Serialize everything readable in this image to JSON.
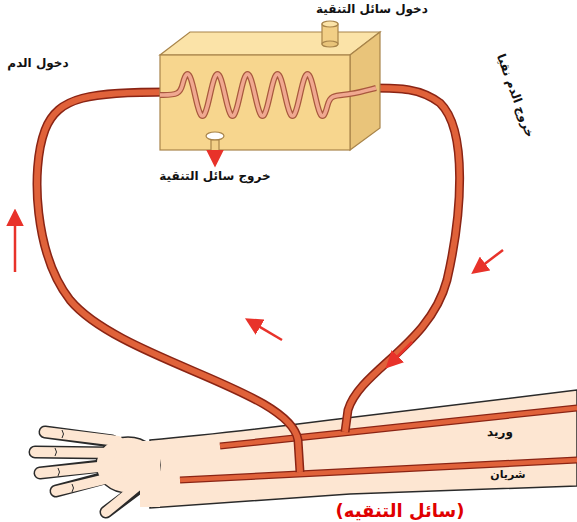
{
  "diagram": {
    "labels": [
      "دخول سائل التنقية",
      "دخول الدم",
      "خروج سائل التنقية",
      "خروج الدم نقيا",
      "وريد",
      "شريان",
      "(سائل التنقيه)"
    ]
  }
}
